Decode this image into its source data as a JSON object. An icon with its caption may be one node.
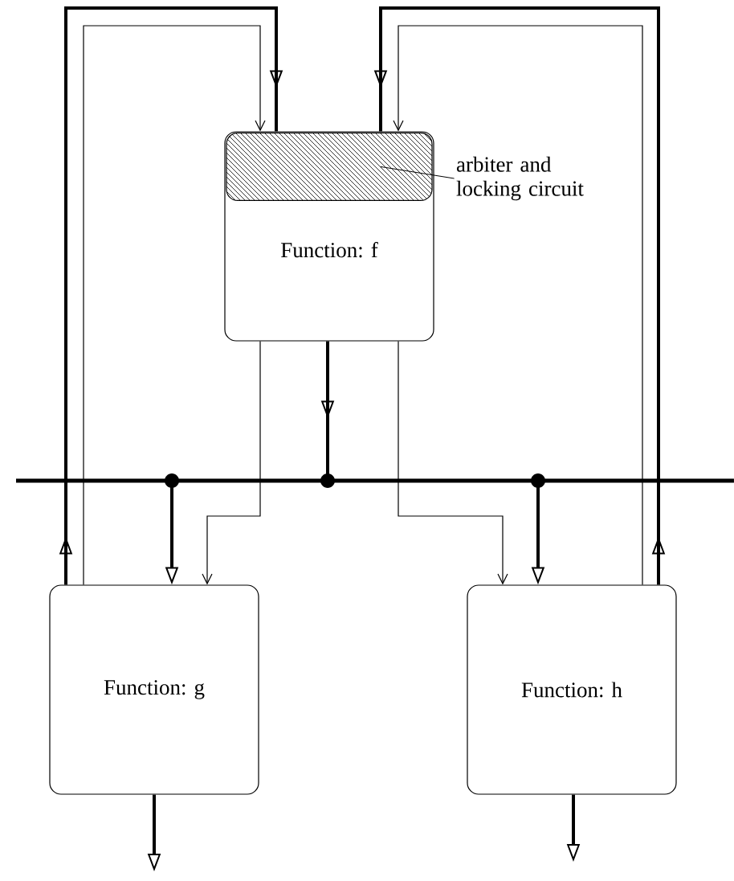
{
  "diagram": {
    "nodes": [
      {
        "text": [
          "Function: f"
        ]
      },
      {
        "text": [],
        "shape": "box",
        "in": 0
      },
      {
        "text": [
          "arbiter and locking circuit"
        ]
      },
      {
        "text": [
          "Function: g"
        ]
      },
      {
        "text": [
          "Function: h"
        ]
      },
      {
        "text": [],
        "shape": "bar"
      }
    ],
    "edges": [
      {
        "from": 5,
        "to": 3,
        "arrow": "to"
      },
      {
        "from": 0,
        "to": 5,
        "arrow": "to"
      },
      {
        "from": 5,
        "to": 4,
        "arrow": "to"
      },
      {
        "from": 0,
        "to": 3,
        "arrow": "to"
      },
      {
        "from": 0,
        "to": 4,
        "arrow": "to"
      },
      {
        "from": 3,
        "to": 0,
        "arrow": "to"
      },
      {
        "from": 3,
        "to": 0,
        "arrow": "to"
      },
      {
        "from": 4,
        "to": 0,
        "arrow": "to"
      },
      {
        "from": 4,
        "to": 0,
        "arrow": "to"
      },
      {
        "from": 3,
        "to": null,
        "arrow": "to"
      },
      {
        "from": 4,
        "to": null,
        "arrow": "to"
      },
      {
        "from": 2,
        "to": 1,
        "arrow": "none"
      }
    ]
  }
}
